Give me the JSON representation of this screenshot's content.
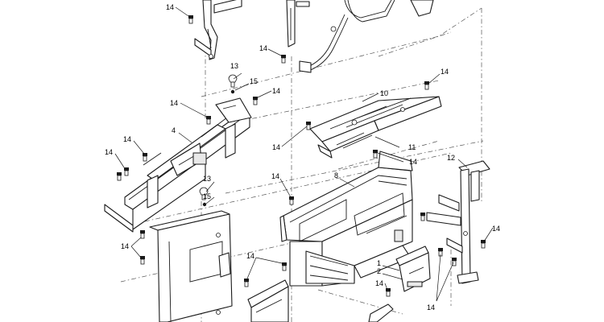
{
  "diagram": {
    "type": "exploded-parts-view",
    "callouts": {
      "c1": "1",
      "c2": "2",
      "c4": "4",
      "c8": "8",
      "c10": "10",
      "c11": "11",
      "c12": "12",
      "c13a": "13",
      "c13b": "13",
      "c14": "14",
      "c15a": "15",
      "c15b": "15"
    }
  }
}
